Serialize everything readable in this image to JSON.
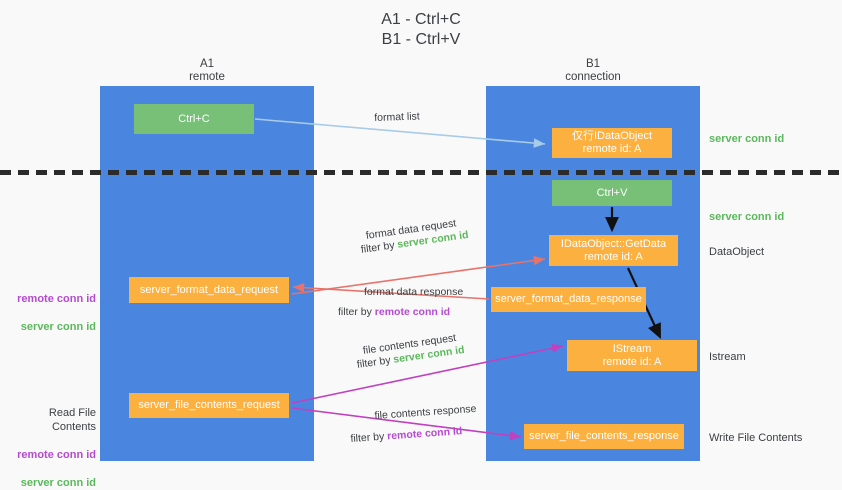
{
  "title": "A1 - Ctrl+C\nB1 - Ctrl+V",
  "lanes": [
    {
      "name": "A1",
      "sub": "remote",
      "header": "A1\nremote"
    },
    {
      "name": "B1",
      "sub": "connection",
      "header": "B1\nconnection"
    }
  ],
  "boxes": {
    "ctrl_c": "Ctrl+C",
    "idataobject": "仅行IDataObject\nremote id: A",
    "ctrl_v": "Ctrl+V",
    "getdata": "IDataObject::GetData\nremote id: A",
    "server_format_data_request": "server_format_data_request",
    "server_format_data_response": "server_format_data_response",
    "istream": "IStream\nremote id: A",
    "server_file_contents_request": "server_file_contents_request",
    "server_file_contents_response": "server_file_contents_response"
  },
  "annotations": {
    "server_conn_id_top": "server conn id",
    "server_conn_id_mid": "server conn id",
    "dataobject": "DataObject",
    "istream": "Istream",
    "write_file_contents": "Write File Contents",
    "read_file_contents": "Read File Contents",
    "remote_conn_id": "remote conn id",
    "server_conn_id": "server conn id"
  },
  "arrow_labels": {
    "format_list": "format list",
    "format_data_request": "format data request",
    "format_data_request_filter_prefix": "filter by ",
    "format_data_request_filter_value": "server conn id",
    "format_data_response": "format data response",
    "format_data_response_filter_prefix": "filter by ",
    "format_data_response_filter_value": "remote conn id",
    "file_contents_request": "file contents request",
    "file_contents_request_filter_prefix": "filter by ",
    "file_contents_request_filter_value": "server conn id",
    "file_contents_response": "file contents response",
    "file_contents_response_filter_prefix": "filter by ",
    "file_contents_response_filter_value": "remote conn id"
  },
  "colors": {
    "lane": "#4a86e0",
    "green_box": "#78c078",
    "orange_box": "#fcb040",
    "server_conn_id": "#5cb85c",
    "remote_conn_id": "#b44bd0",
    "arrow_light_blue": "#a8cbe8",
    "arrow_red": "#e8736a",
    "arrow_magenta": "#c040c0",
    "arrow_black": "#000000",
    "background": "#f9f9f9"
  }
}
